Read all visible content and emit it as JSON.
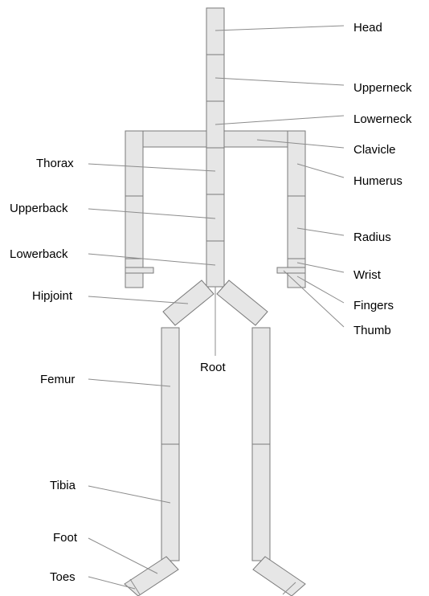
{
  "labels": {
    "head": "Head",
    "upperneck": "Upperneck",
    "lowerneck": "Lowerneck",
    "clavicle": "Clavicle",
    "humerus": "Humerus",
    "radius": "Radius",
    "wrist": "Wrist",
    "fingers": "Fingers",
    "thumb": "Thumb",
    "thorax": "Thorax",
    "upperback": "Upperback",
    "lowerback": "Lowerback",
    "hipjoint": "Hipjoint",
    "root": "Root",
    "femur": "Femur",
    "tibia": "Tibia",
    "foot": "Foot",
    "toes": "Toes"
  },
  "colors": {
    "bone_fill": "#e6e6e6",
    "bone_stroke": "#7a7a7a",
    "leader_line": "#8c8c8c",
    "label_text": "#000000"
  }
}
